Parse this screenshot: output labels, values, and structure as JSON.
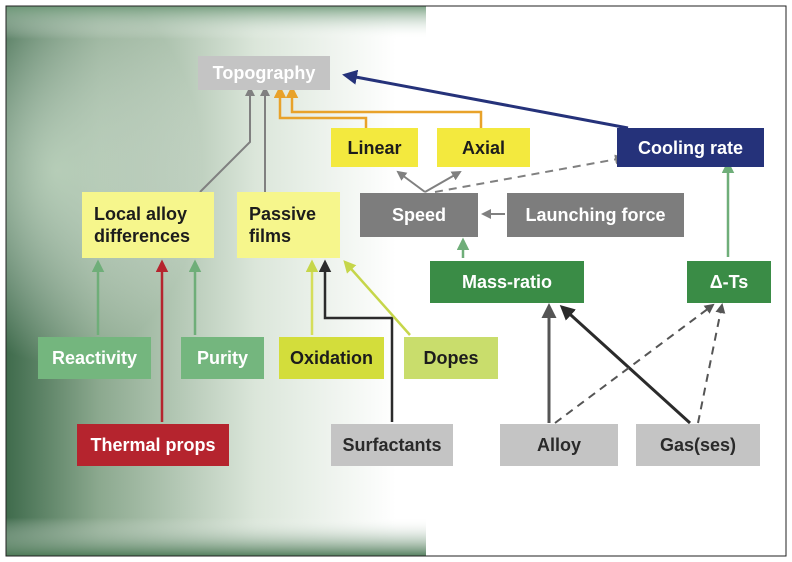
{
  "diagram": {
    "nodes": {
      "topography": "Topography",
      "linear": "Linear",
      "axial": "Axial",
      "cooling_rate": "Cooling rate",
      "local_alloy": [
        "Local alloy",
        "differences"
      ],
      "passive_films": [
        "Passive",
        "films"
      ],
      "speed": "Speed",
      "launching_force": "Launching force",
      "mass_ratio": "Mass-ratio",
      "delta_ts": "Δ-Ts",
      "reactivity": "Reactivity",
      "purity": "Purity",
      "oxidation": "Oxidation",
      "dopes": "Dopes",
      "thermal_props": "Thermal props",
      "surfactants": "Surfactants",
      "alloy": "Alloy",
      "gases": "Gas(ses)"
    },
    "colors": {
      "yellow": "#f3e93e",
      "light_yellow": "#f6f68c",
      "navy": "#25327a",
      "dark_green": "#3a8c46",
      "light_green": "#74b67e",
      "dark_grey": "#7d7d7d",
      "light_grey": "#c4c4c4",
      "red": "#b5242e",
      "orange_arrow": "#e8a22a"
    }
  }
}
